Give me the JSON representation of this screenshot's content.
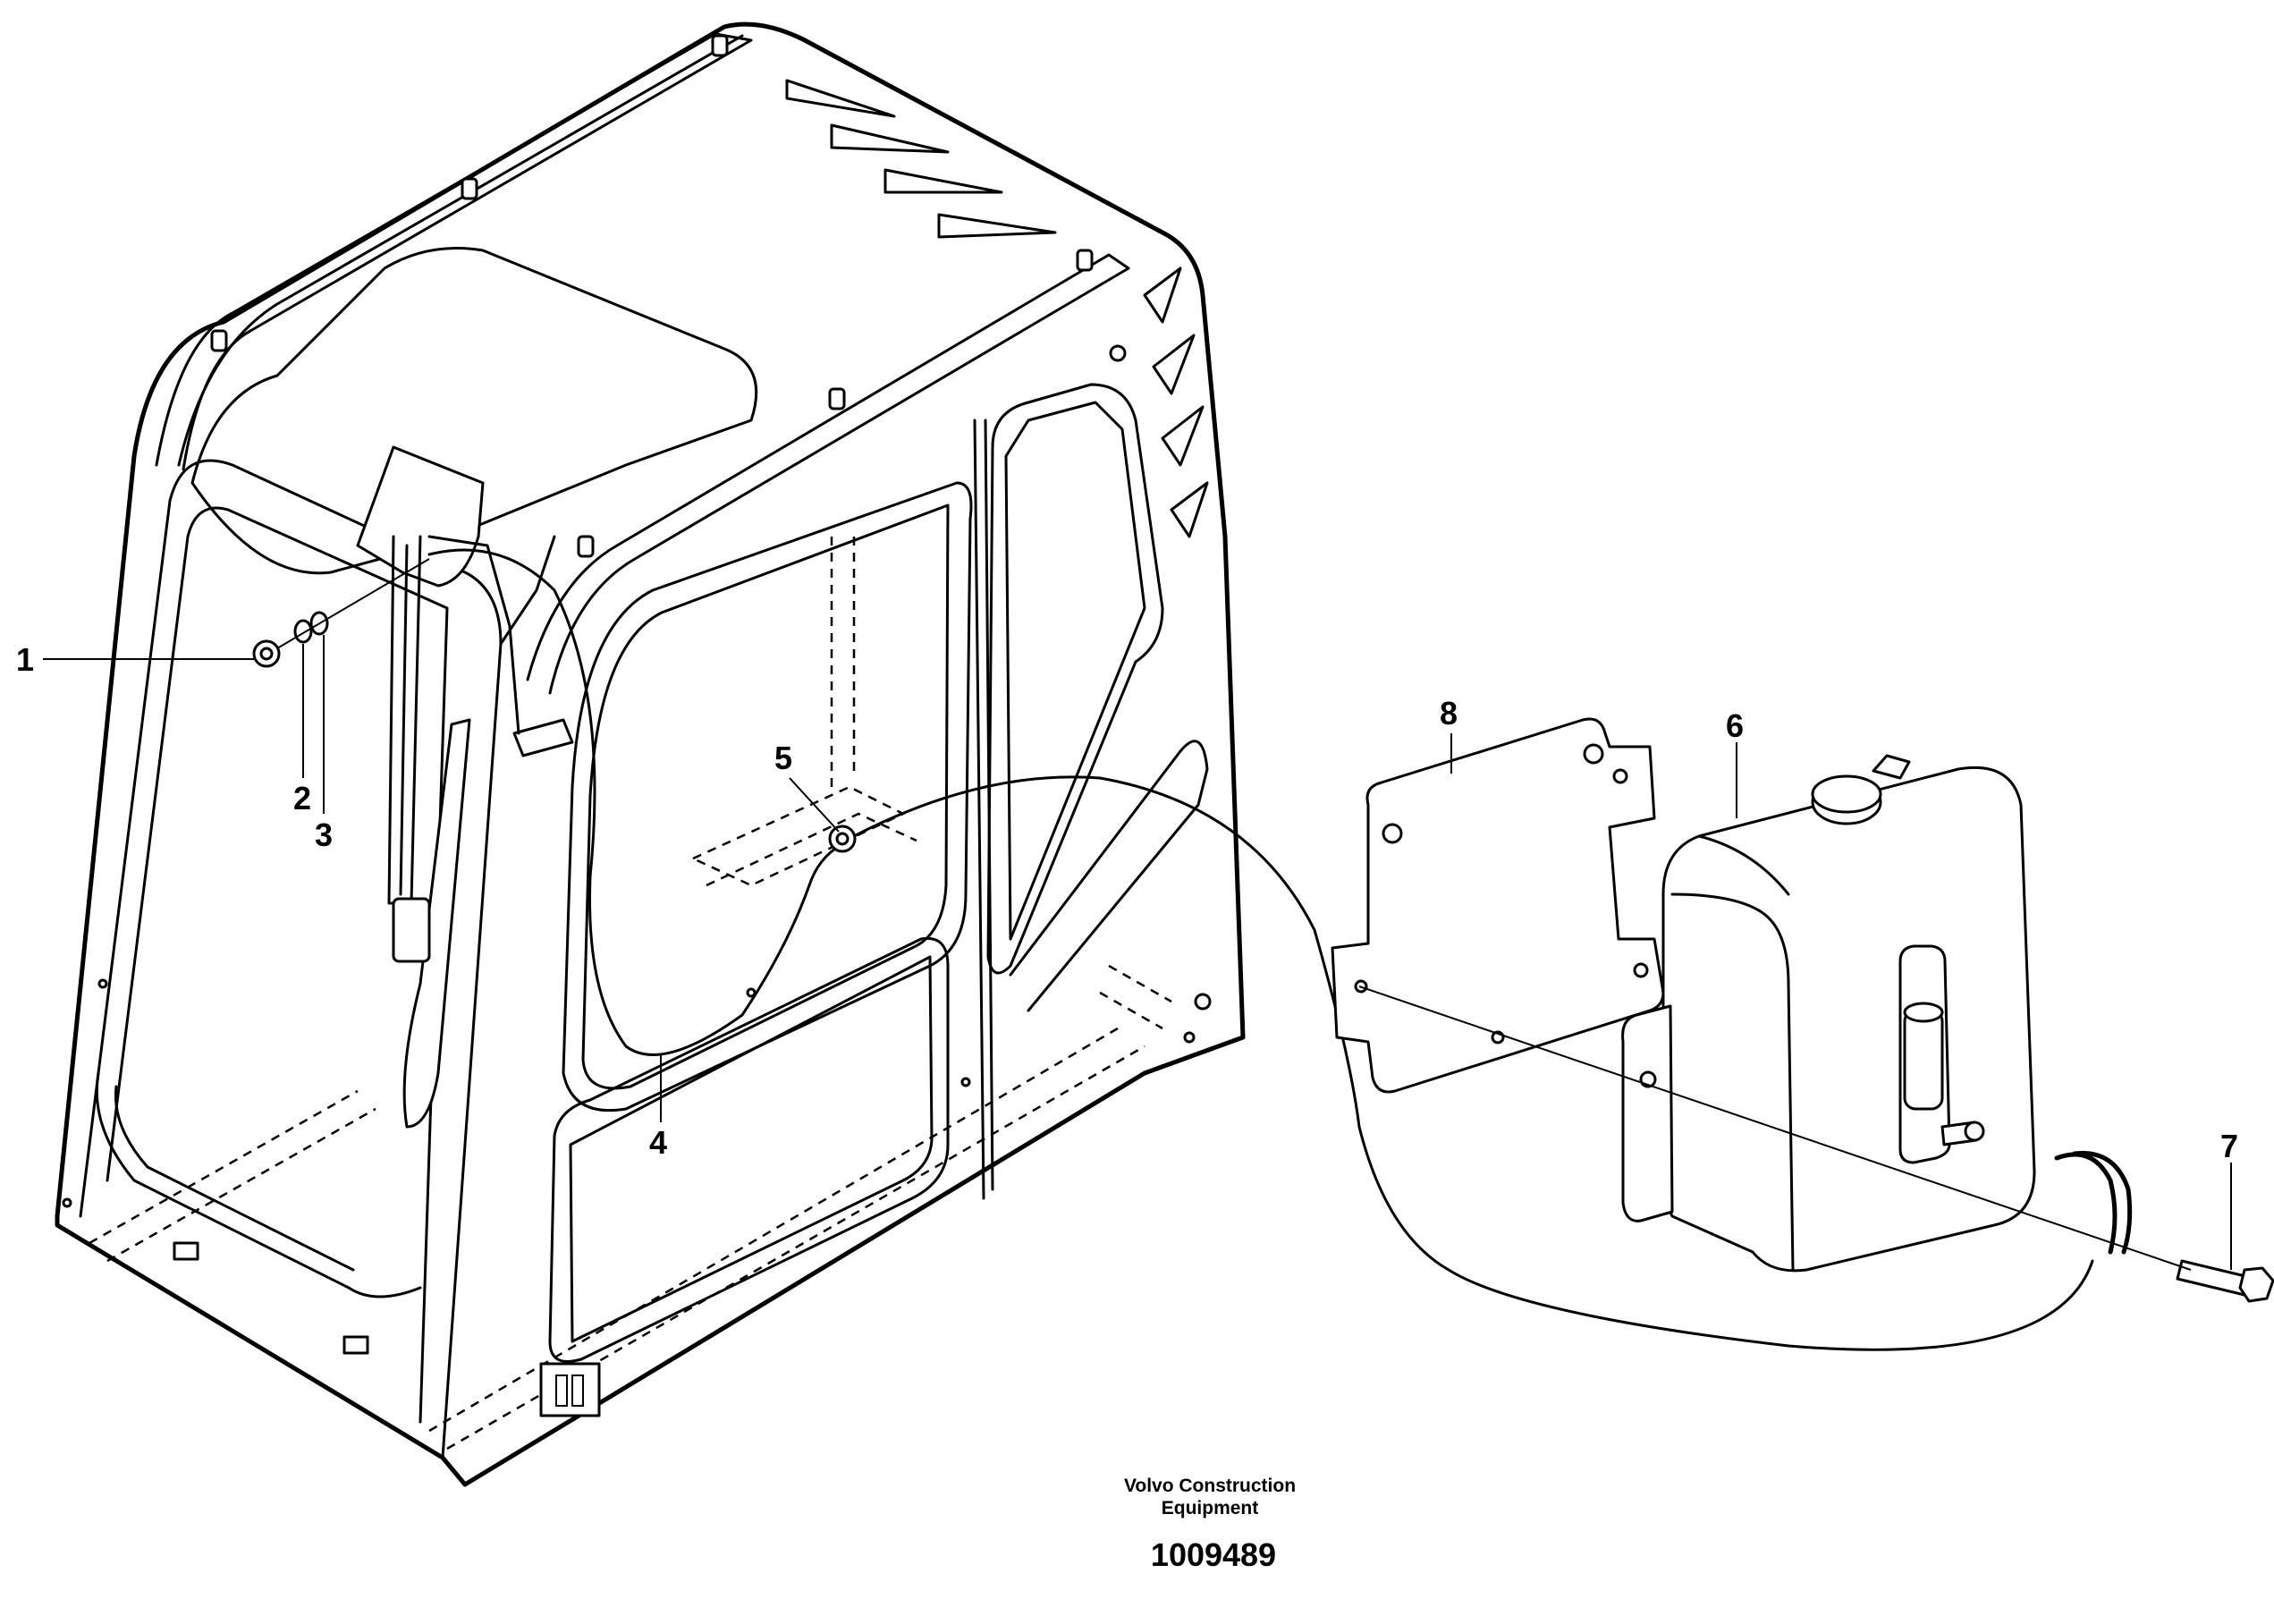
{
  "diagram": {
    "callouts": [
      {
        "id": "1",
        "text": "1"
      },
      {
        "id": "2",
        "text": "2"
      },
      {
        "id": "3",
        "text": "3"
      },
      {
        "id": "4",
        "text": "4"
      },
      {
        "id": "5",
        "text": "5"
      },
      {
        "id": "6",
        "text": "6"
      },
      {
        "id": "7",
        "text": "7"
      },
      {
        "id": "8",
        "text": "8"
      }
    ],
    "footer": {
      "company_line1": "Volvo Construction",
      "company_line2": "Equipment",
      "figure_number": "1009489"
    }
  }
}
